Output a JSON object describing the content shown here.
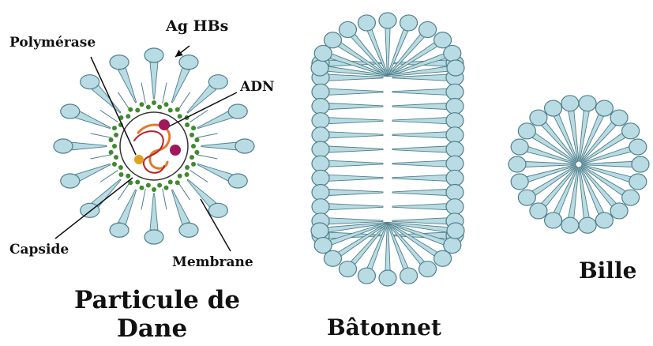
{
  "labels": {
    "ag_hbs": "Ag HBs",
    "polymerase": "Polymérase",
    "adn": "ADN",
    "capside": "Capside",
    "membrane": "Membrane",
    "dane_line1": "Particule de",
    "dane_line2": "Dane",
    "batonnet": "Bâtonnet",
    "bille": "Bille"
  },
  "colors": {
    "bead_fill": "#b9dbe3",
    "bead_stroke": "#4f7f8a",
    "tail": "#4f7f8a",
    "capsid_dot": "#3f8a2f",
    "dna": "#e07a2c",
    "dna_dark": "#b4222a",
    "dna_knob": "#a0185a",
    "polymerase_dot": "#e0a020"
  }
}
